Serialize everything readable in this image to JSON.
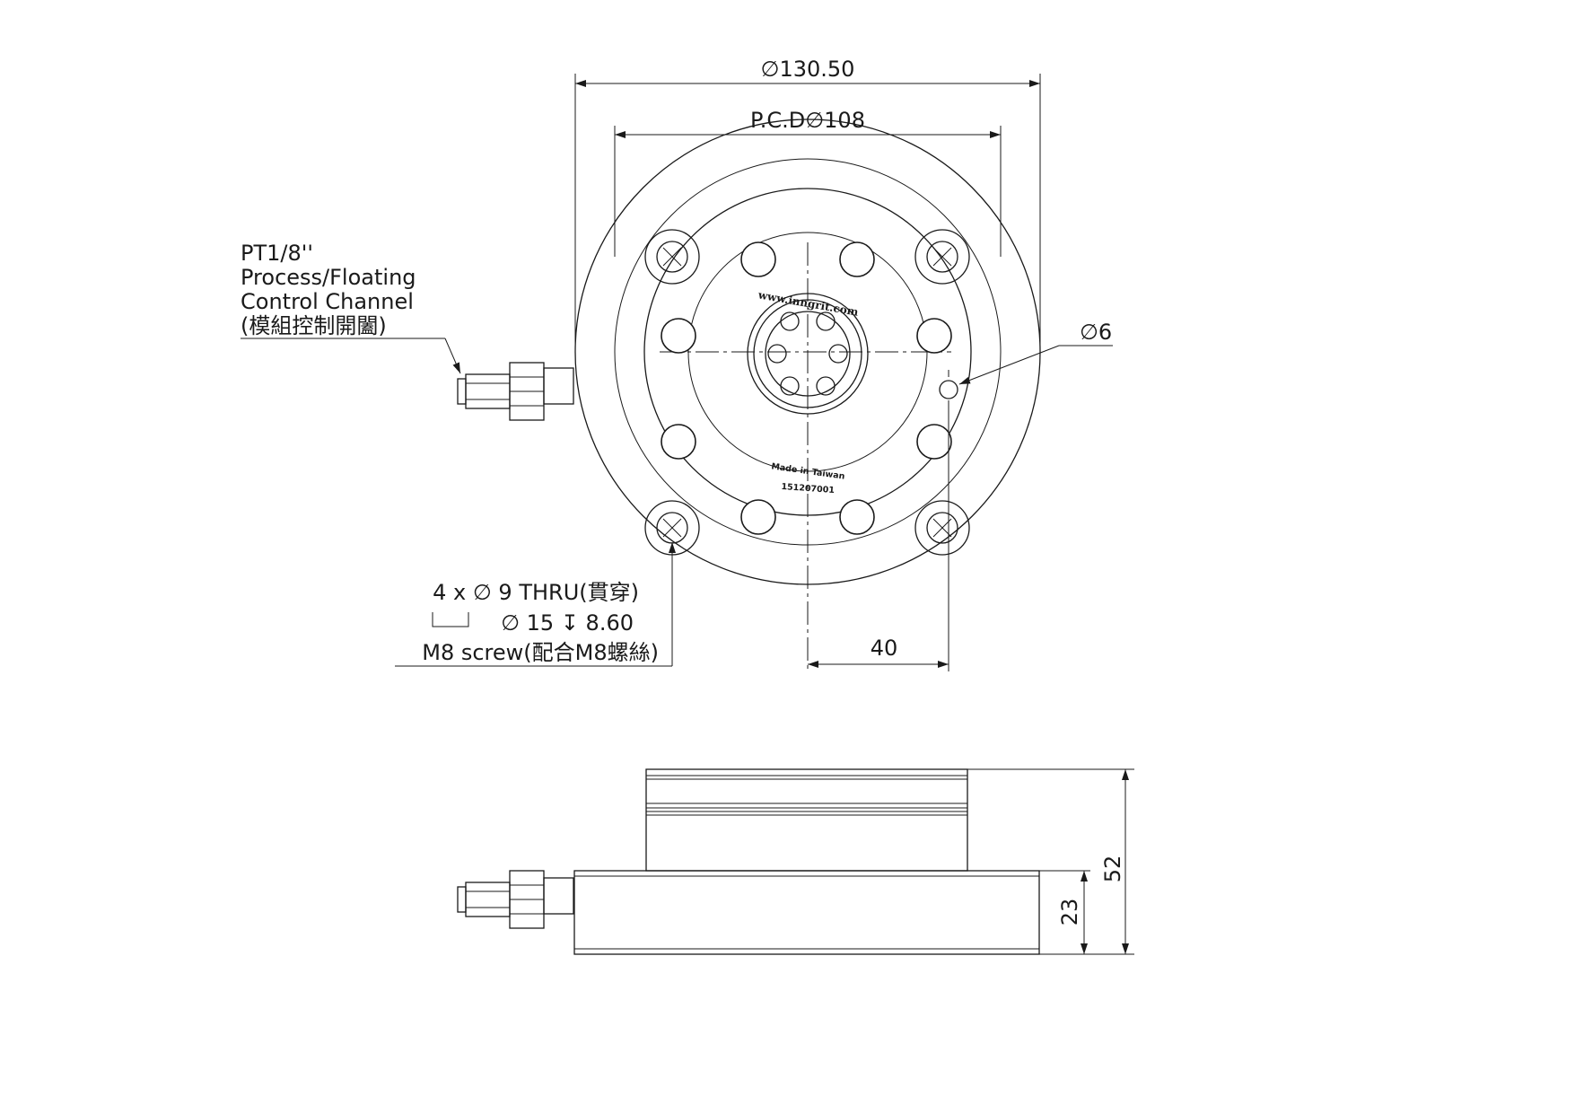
{
  "top_view": {
    "dim_outer_diameter": "∅130.50",
    "dim_pcd": "P.C.D∅108",
    "dim_small_hole": "∅6",
    "dim_offset": "40",
    "brand_mark": "www.inngrit.com",
    "made_in": "Made in Taiwan",
    "serial": "151207001",
    "port_callout": {
      "line1": "PT1/8''",
      "line2": "Process/Floating",
      "line3": "Control Channel",
      "line4": "(模組控制開闔)"
    },
    "hole_callout": {
      "line1": "4 x ∅ 9 THRU(貫穿)",
      "line2": "∅ 15 ↧ 8.60",
      "line3": "M8 screw(配合M8螺絲)"
    }
  },
  "side_view": {
    "dim_total_height": "52",
    "dim_base_height": "23"
  }
}
